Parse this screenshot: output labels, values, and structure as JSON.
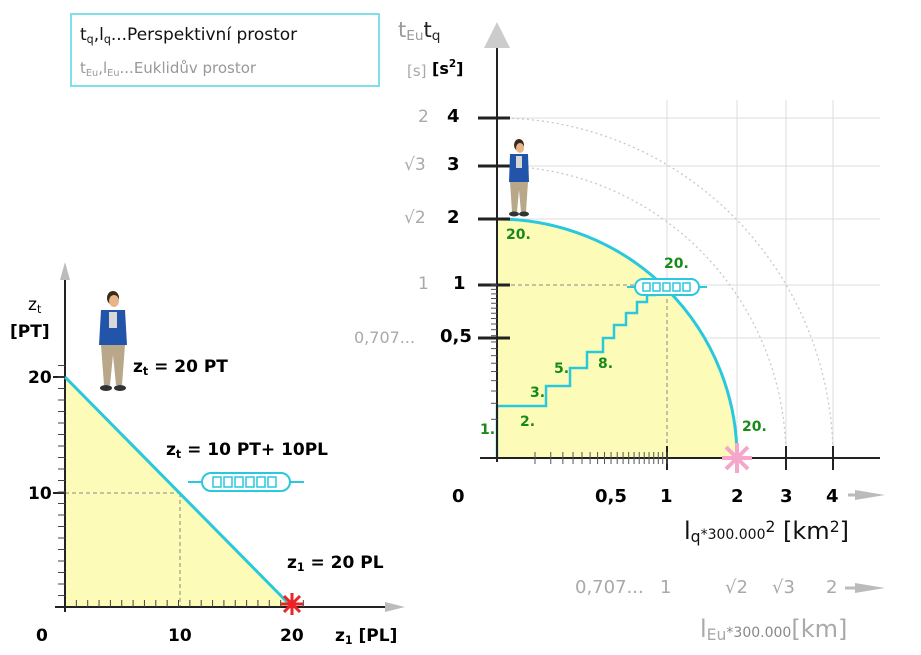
{
  "legend": {
    "line1_vars": "tq,lq",
    "line1_text": "...Perspektivní prostor",
    "line2_vars": "tEu,lEu",
    "line2_text": "...Euklidův prostor"
  },
  "left": {
    "y_axis_label": "zt",
    "y_unit": "[PT]",
    "x_axis_label": "z1 [PL]",
    "y_ticks": [
      "20",
      "10"
    ],
    "x_ticks": [
      "0",
      "10",
      "20"
    ],
    "label_top": "zt= 20 PT",
    "label_mid": "zt= 10 PT+ 10PL",
    "label_end": "z1= 20 PL"
  },
  "right": {
    "y_axis_label": "tEu tq",
    "y_units_s": "[s]",
    "y_units_s2": "[s2]",
    "y_ticks_q": [
      "4",
      "3",
      "2",
      "1",
      "0,5"
    ],
    "y_ticks_eu": [
      "2",
      "√3",
      "√2",
      "1",
      "0,707..."
    ],
    "x_ticks_q": [
      "0",
      "0,5",
      "1",
      "2",
      "3",
      "4"
    ],
    "x_ticks_eu": [
      "0,707...",
      "1",
      "√2",
      "√3",
      "2"
    ],
    "x_label_q": "lq*300.0002 [km2]",
    "x_label_eu": "lEu*300.000 [km]",
    "step_labels": [
      "1.",
      "2.",
      "3.",
      "5.",
      "8.",
      "20.",
      "20.",
      "20."
    ]
  },
  "colors": {
    "cyan": "#29c8dd",
    "fill": "#fdfbb8",
    "green": "#178a17",
    "pink": "#f5a6cb",
    "red": "#ee2222"
  }
}
